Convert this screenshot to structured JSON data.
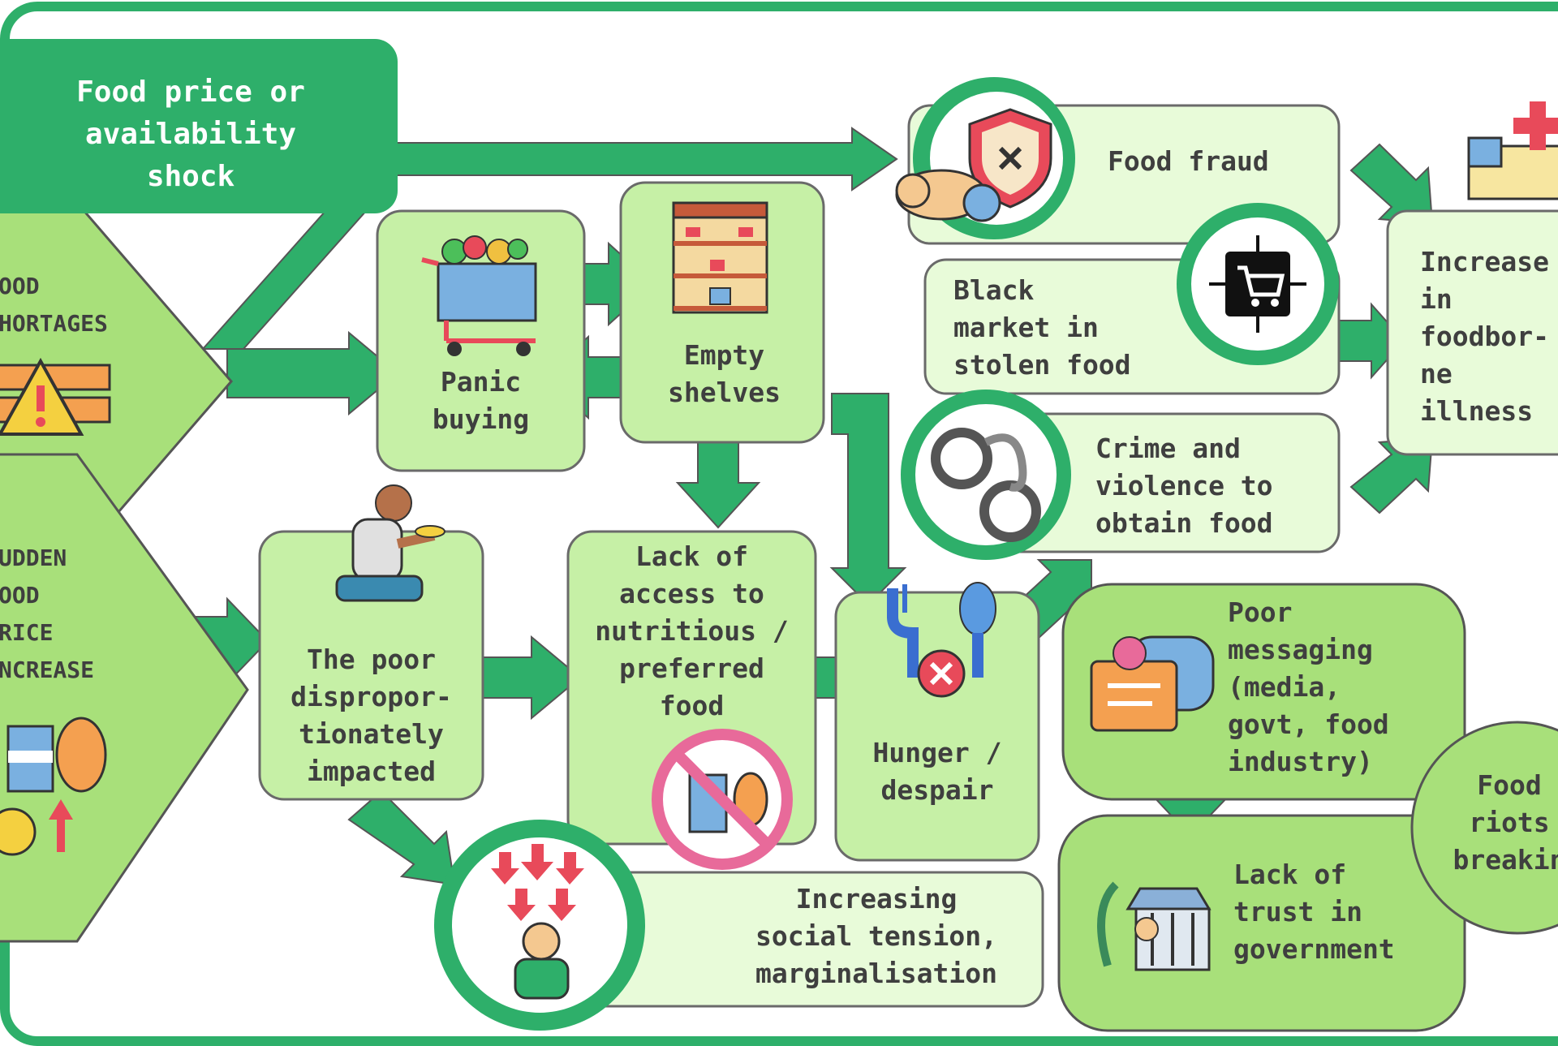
{
  "nodes": {
    "shock": "Food price or\navailability\nshock",
    "food_shortages": "OOD\nHORTAGES",
    "sudden_price_increase": "UDDEN\nOOD\nRICE\nNCREASE",
    "panic_buying": "Panic\nbuying",
    "empty_shelves": "Empty\nshelves",
    "food_fraud": "Food fraud",
    "black_market": "Black\nmarket in\nstolen food",
    "crime_violence": "Crime and\nviolence to\nobtain food",
    "foodborne_illness": "Increase\nin\nfoodbor-\nne\nillness",
    "poor_impacted": "The poor\ndispropor-\ntionately\nimpacted",
    "lack_access": "Lack of\naccess to\nnutritious /\npreferred\nfood",
    "hunger_despair": "Hunger /\ndespair",
    "poor_messaging": "Poor\nmessaging\n(media,\ngovt, food\nindustry)",
    "food_riots": "Food\nriots\nbreakin",
    "social_tension": "Increasing\nsocial tension,\nmarginalisation",
    "lack_trust": "Lack of\ntrust in\ngovernment"
  },
  "colors": {
    "dark_green": "#2eaf6a",
    "light_green": "#c6f0a6",
    "pale_green": "#e8fbd9",
    "border": "#6a6a6a",
    "text": "#3f3f3f",
    "header_text": "#ffffff"
  },
  "icons": [
    "shopping-cart-icon",
    "shelves-icon",
    "shield-x-icon",
    "black-market-cart-icon",
    "handcuffs-icon",
    "first-aid-icon",
    "warning-icon",
    "grocery-pound-icon",
    "beggar-icon",
    "no-food-icon",
    "no-cutlery-icon",
    "message-bubbles-icon",
    "government-building-icon",
    "stress-person-icon"
  ]
}
